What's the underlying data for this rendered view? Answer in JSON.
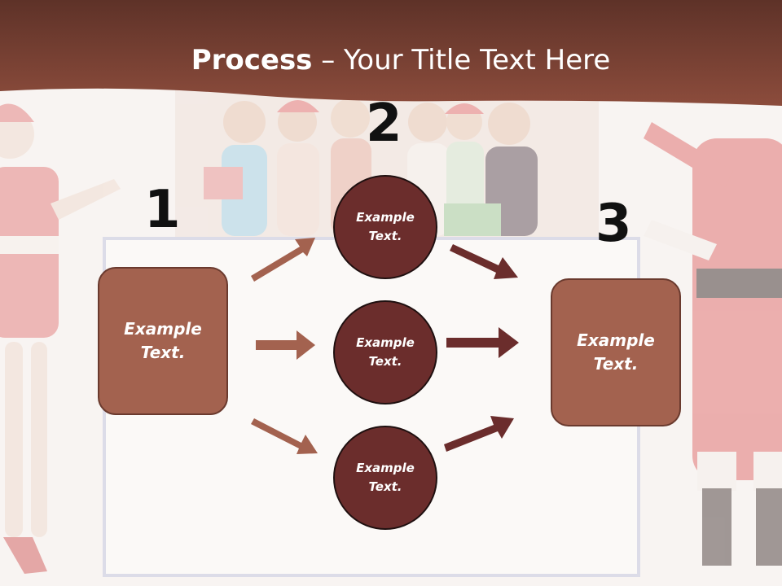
{
  "slide": {
    "title_bold": "Process",
    "title_rest": " – Your Title Text Here"
  },
  "steps": {
    "one": "1",
    "two": "2",
    "three": "3"
  },
  "left_box": {
    "line1": "Example",
    "line2": "Text."
  },
  "right_box": {
    "line1": "Example",
    "line2": "Text."
  },
  "circles": [
    {
      "line1": "Example",
      "line2": "Text."
    },
    {
      "line1": "Example",
      "line2": "Text."
    },
    {
      "line1": "Example",
      "line2": "Text."
    }
  ],
  "colors": {
    "header": "#7a3f32",
    "box_fill": "#a3624f",
    "circle_fill": "#6b2d2c",
    "arrow_light": "#a3624f",
    "arrow_dark": "#6b2d2c"
  }
}
